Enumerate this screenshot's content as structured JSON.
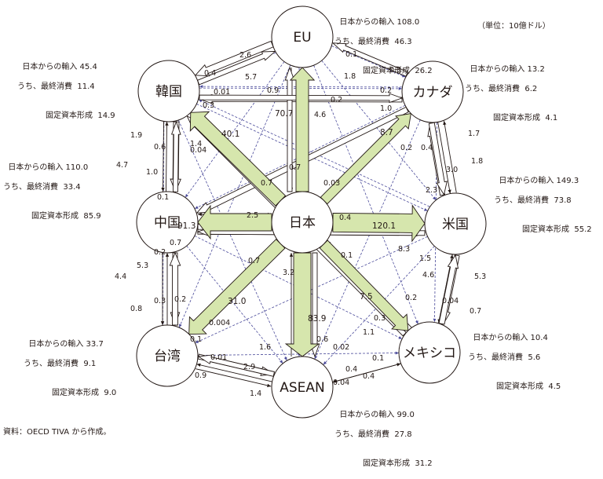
{
  "unit_note": "（単位：10億ドル）",
  "source_note": "資料：OECD TIVA から作成。",
  "nodes": [
    {
      "id": "eu",
      "label": "EU"
    },
    {
      "id": "kr",
      "label": "韓国"
    },
    {
      "id": "ca",
      "label": "カナダ"
    },
    {
      "id": "cn",
      "label": "中国"
    },
    {
      "id": "jp",
      "label": "日本"
    },
    {
      "id": "us",
      "label": "米国"
    },
    {
      "id": "tw",
      "label": "台湾"
    },
    {
      "id": "mx",
      "label": "メキシコ"
    },
    {
      "id": "as",
      "label": "ASEAN"
    }
  ],
  "info_labels": {
    "imports": "日本からの輸入",
    "final": "うち、最終消費",
    "gfcf": "固定資本形成"
  },
  "info": {
    "eu": {
      "imports": "108.0",
      "final": "46.3",
      "gfcf": "26.2"
    },
    "kr": {
      "imports": "45.4",
      "final": "11.4",
      "gfcf": "14.9"
    },
    "ca": {
      "imports": "13.2",
      "final": "6.2",
      "gfcf": "4.1"
    },
    "cn": {
      "imports": "110.0",
      "final": "33.4",
      "gfcf": "85.9"
    },
    "us": {
      "imports": "149.3",
      "final": "73.8",
      "gfcf": "55.2"
    },
    "tw": {
      "imports": "33.7",
      "final": "9.1",
      "gfcf": "9.0"
    },
    "mx": {
      "imports": "10.4",
      "final": "5.6",
      "gfcf": "4.5"
    },
    "as": {
      "imports": "99.0",
      "final": "27.8",
      "gfcf": "31.2"
    }
  },
  "big_flows": [
    {
      "to": "eu",
      "value": "70.7"
    },
    {
      "to": "kr",
      "value": "40.1"
    },
    {
      "to": "ca",
      "value": "8.7"
    },
    {
      "to": "cn",
      "value": "91.3"
    },
    {
      "to": "us",
      "value": "120.1"
    },
    {
      "to": "tw",
      "value": "31.0"
    },
    {
      "to": "mx",
      "value": "7.5"
    },
    {
      "to": "as",
      "value": "83.9"
    }
  ],
  "edge_labels": [
    "2.6",
    "0.4",
    "5.7",
    "0.01",
    "0.9",
    "0.3",
    "0.1",
    "0.3",
    "1.8",
    "0.2",
    "1.0",
    "4.6",
    "0.2",
    "0.7",
    "1.9",
    "4.7",
    "1.0",
    "0.6",
    "1.4",
    "0.04",
    "0.1",
    "0.7",
    "0.03",
    "2.5",
    "0.4",
    "1.7",
    "3.0",
    "1.8",
    "0.2",
    "0.4",
    "2.3",
    "8.3",
    "0.2",
    "0.7",
    "0.7",
    "3.2",
    "0.1",
    "1.5",
    "4.4",
    "5.3",
    "0.3",
    "0.8",
    "0.2",
    "0.004",
    "4.6",
    "5.3",
    "0.04",
    "0.7",
    "0.2",
    "0.3",
    "0.1",
    "1.6",
    "0.01",
    "2.9",
    "0.9",
    "1.4",
    "0.6",
    "0.02",
    "0.1",
    "0.4",
    "0.04",
    "0.4",
    "1.1"
  ]
}
